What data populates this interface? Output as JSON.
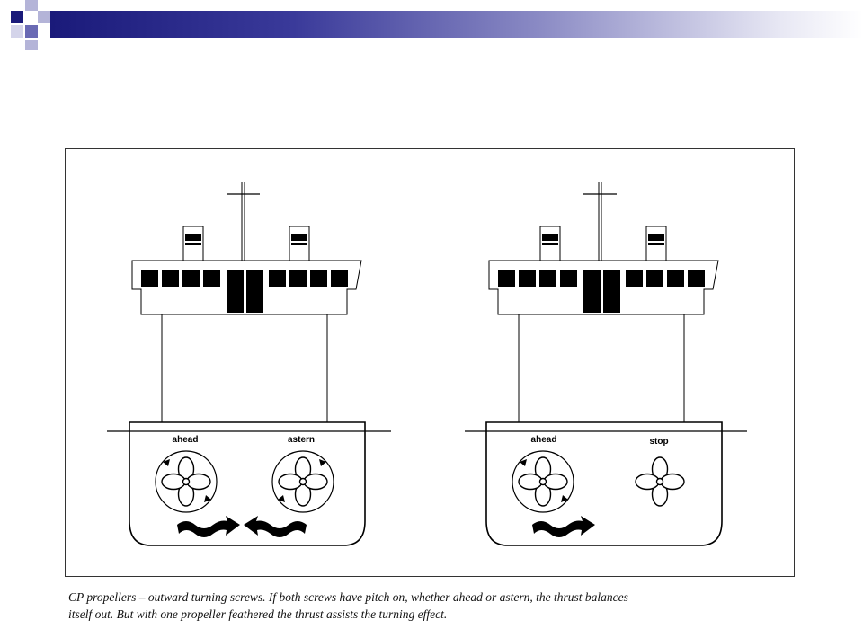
{
  "decoration": {
    "accent_dark": "#1a1a7a",
    "accent_mid": "#6a6ab4",
    "accent_light": "#b4b4d8"
  },
  "diagram": {
    "left_ship": {
      "port_label": "ahead",
      "starboard_label": "astern"
    },
    "right_ship": {
      "port_label": "ahead",
      "starboard_label": "stop"
    }
  },
  "caption": {
    "line1": "CP propellers – outward turning screws. If both screws have pitch on, whether ahead or astern, the thrust balances",
    "line2": "itself out. But with one propeller feathered the thrust assists the turning effect."
  }
}
